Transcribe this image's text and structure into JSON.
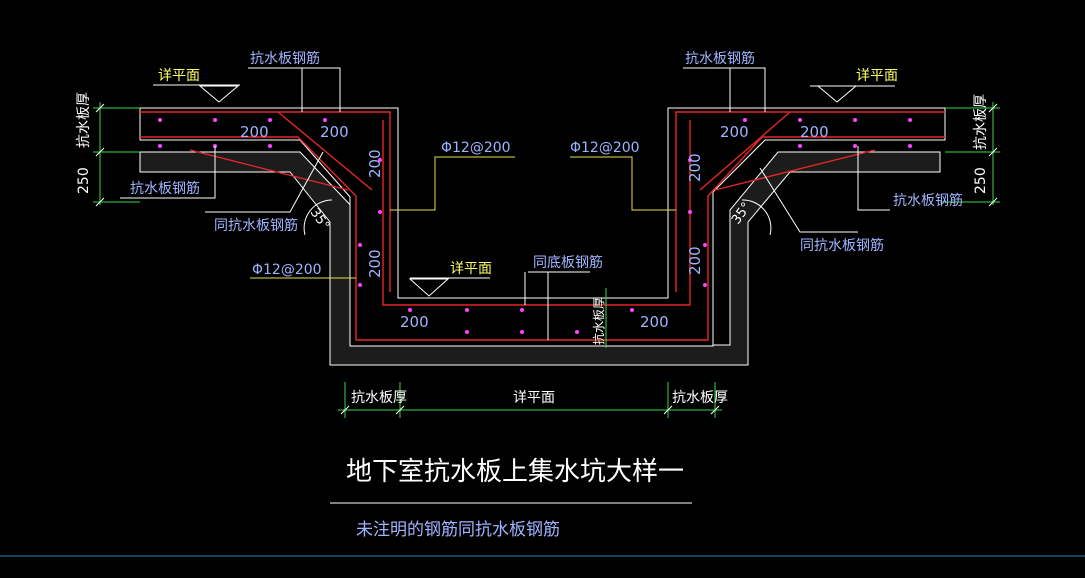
{
  "drawing": {
    "title": "地下室抗水板上集水坑大样一",
    "note": "未注明的钢筋同抗水板钢筋",
    "labels": {
      "slab_rebar": "抗水板钢筋",
      "see_plan": "详平面",
      "slab_thick": "抗水板厚",
      "same_slab_rebar": "同抗水板钢筋",
      "same_bottom_rebar": "同底板钢筋",
      "rebar_spec": "Φ12@200",
      "spacing": "200",
      "dim_250": "250",
      "angle": "35°"
    }
  },
  "colors": {
    "background": "#000000",
    "rebar": "#e52626",
    "dimension": "#39d84a",
    "outline": "#ffffff",
    "text_blue": "#9fb4ff",
    "text_yellow": "#ffff66",
    "bottom_line": "#1b8fb0"
  }
}
